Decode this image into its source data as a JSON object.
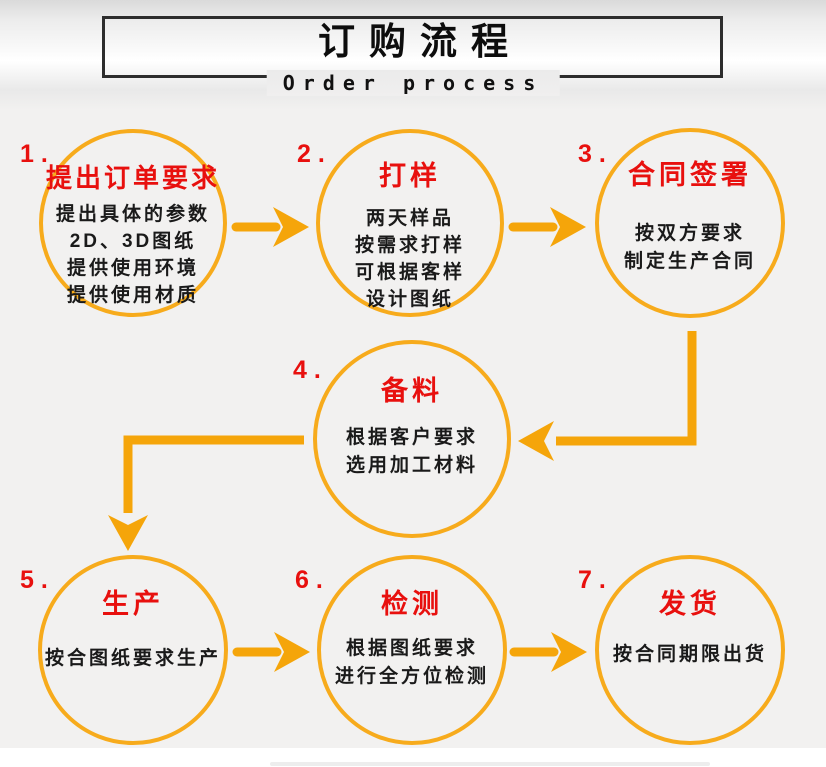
{
  "header": {
    "title": "订购流程",
    "subtitle": "Order process"
  },
  "steps": [
    {
      "number": "1.",
      "title": "提出订单要求",
      "lines": [
        "提出具体的参数",
        "2D、3D图纸",
        "提供使用环境",
        "提供使用材质"
      ]
    },
    {
      "number": "2.",
      "title": "打样",
      "lines": [
        "两天样品",
        "按需求打样",
        "可根据客样",
        "设计图纸"
      ]
    },
    {
      "number": "3.",
      "title": "合同签署",
      "lines": [
        "按双方要求",
        "制定生产合同"
      ]
    },
    {
      "number": "4.",
      "title": "备料",
      "lines": [
        "根据客户要求",
        "选用加工材料"
      ]
    },
    {
      "number": "5.",
      "title": "生产",
      "lines": [
        "按合图纸要求生产"
      ]
    },
    {
      "number": "6.",
      "title": "检测",
      "lines": [
        "根据图纸要求",
        "进行全方位检测"
      ]
    },
    {
      "number": "7.",
      "title": "发货",
      "lines": [
        "按合同期限出货"
      ]
    }
  ],
  "colors": {
    "accent_orange": "#F5A50A",
    "circle_orange": "#F7AB1C",
    "step_red": "#E8100E",
    "text_black": "#1A1A1A"
  }
}
